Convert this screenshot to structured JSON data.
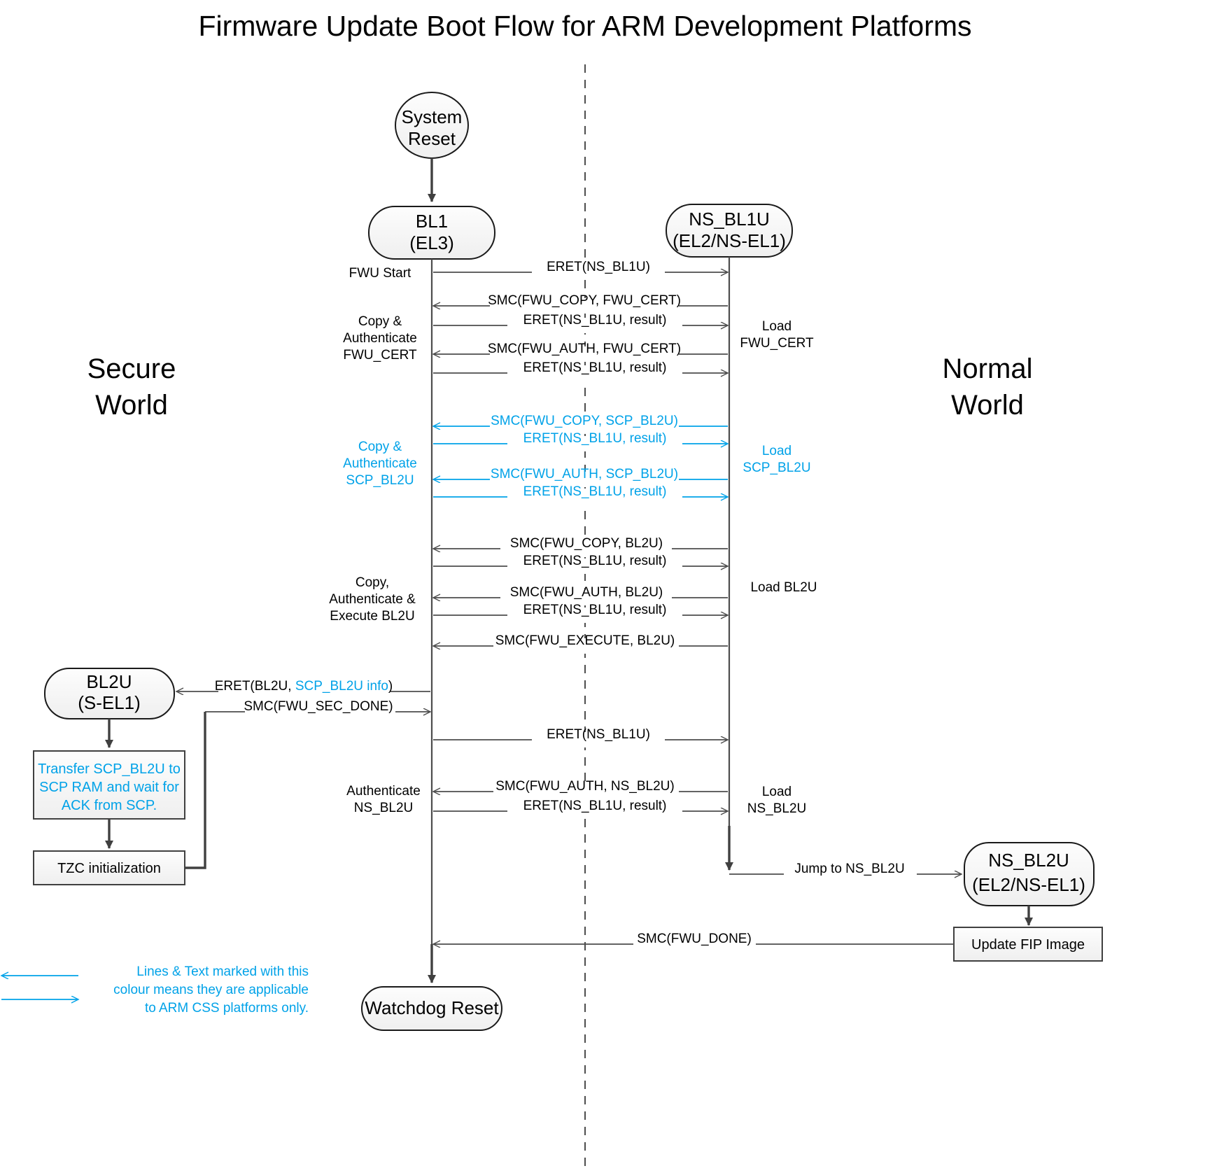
{
  "title": "Firmware Update Boot Flow for ARM Development Platforms",
  "colors": {
    "accent_cyan": "#00A2E8",
    "line": "#4d4d4d",
    "flow": "#404040",
    "text": "#000000"
  },
  "worlds": {
    "left": "Secure\nWorld",
    "left_l1": "Secure",
    "left_l2": "World",
    "right_l1": "Normal",
    "right_l2": "World"
  },
  "nodes": {
    "system_reset_l1": "System",
    "system_reset_l2": "Reset",
    "bl1_l1": "BL1",
    "bl1_l2": "(EL3)",
    "nsbl1u_l1": "NS_BL1U",
    "nsbl1u_l2": "(EL2/NS-EL1)",
    "bl2u_l1": "BL2U",
    "bl2u_l2": "(S-EL1)",
    "nsbl2u_l1": "NS_BL2U",
    "nsbl2u_l2": "(EL2/NS-EL1)",
    "watchdog_reset": "Watchdog Reset"
  },
  "boxes": {
    "transfer_l1": "Transfer SCP_BL2U to",
    "transfer_l2": "SCP RAM and wait for",
    "transfer_l3": "ACK from SCP.",
    "tzc_init": "TZC initialization",
    "update_fip": "Update FIP Image"
  },
  "messages": [
    {
      "id": "m1",
      "label": "ERET(NS_BL1U)",
      "dir": "right",
      "color": "black"
    },
    {
      "id": "m2",
      "label": "SMC(FWU_COPY, FWU_CERT)",
      "dir": "left",
      "color": "black"
    },
    {
      "id": "m3",
      "label": "ERET(NS_BL1U, result)",
      "dir": "right",
      "color": "black"
    },
    {
      "id": "m4",
      "label": "SMC(FWU_AUTH, FWU_CERT)",
      "dir": "left",
      "color": "black"
    },
    {
      "id": "m5",
      "label": "ERET(NS_BL1U, result)",
      "dir": "right",
      "color": "black"
    },
    {
      "id": "m6",
      "label": "SMC(FWU_COPY, SCP_BL2U)",
      "dir": "left",
      "color": "cyan"
    },
    {
      "id": "m7",
      "label": "ERET(NS_BL1U, result)",
      "dir": "right",
      "color": "cyan"
    },
    {
      "id": "m8",
      "label": "SMC(FWU_AUTH, SCP_BL2U)",
      "dir": "left",
      "color": "cyan"
    },
    {
      "id": "m9",
      "label": "ERET(NS_BL1U, result)",
      "dir": "right",
      "color": "cyan"
    },
    {
      "id": "m10",
      "label": "SMC(FWU_COPY, BL2U)",
      "dir": "left",
      "color": "black"
    },
    {
      "id": "m11",
      "label": "ERET(NS_BL1U, result)",
      "dir": "right",
      "color": "black"
    },
    {
      "id": "m12",
      "label": "SMC(FWU_AUTH, BL2U)",
      "dir": "left",
      "color": "black"
    },
    {
      "id": "m13",
      "label": "ERET(NS_BL1U, result)",
      "dir": "right",
      "color": "black"
    },
    {
      "id": "m14",
      "label": "SMC(FWU_EXECUTE, BL2U)",
      "dir": "left",
      "color": "black"
    },
    {
      "id": "m15",
      "label": "ERET(BL2U, ",
      "label2": "SCP_BL2U info",
      "label3": ")",
      "dir": "left",
      "color": "mixed"
    },
    {
      "id": "m16",
      "label": "SMC(FWU_SEC_DONE)",
      "dir": "right",
      "color": "black"
    },
    {
      "id": "m17",
      "label": "ERET(NS_BL1U)",
      "dir": "right",
      "color": "black"
    },
    {
      "id": "m18",
      "label": "SMC(FWU_AUTH, NS_BL2U)",
      "dir": "left",
      "color": "black"
    },
    {
      "id": "m19",
      "label": "ERET(NS_BL1U, result)",
      "dir": "right",
      "color": "black"
    },
    {
      "id": "m20",
      "label": "Jump to NS_BL2U",
      "dir": "right",
      "color": "black"
    },
    {
      "id": "m21",
      "label": "SMC(FWU_DONE)",
      "dir": "left",
      "color": "black"
    }
  ],
  "left_annotations": [
    {
      "id": "a1",
      "lines": [
        "FWU Start"
      ],
      "color": "black"
    },
    {
      "id": "a2",
      "lines": [
        "Copy &",
        "Authenticate",
        "FWU_CERT"
      ],
      "color": "black"
    },
    {
      "id": "a3",
      "lines": [
        "Copy &",
        "Authenticate",
        "SCP_BL2U"
      ],
      "color": "cyan"
    },
    {
      "id": "a4",
      "lines": [
        "Copy,",
        "Authenticate &",
        "Execute BL2U"
      ],
      "color": "black"
    },
    {
      "id": "a5",
      "lines": [
        "Authenticate",
        "NS_BL2U"
      ],
      "color": "black"
    }
  ],
  "right_annotations": [
    {
      "id": "r1",
      "lines": [
        "Load",
        "FWU_CERT"
      ],
      "color": "black"
    },
    {
      "id": "r2",
      "lines": [
        "Load",
        "SCP_BL2U"
      ],
      "color": "cyan"
    },
    {
      "id": "r3",
      "lines": [
        "Load BL2U"
      ],
      "color": "black"
    },
    {
      "id": "r4",
      "lines": [
        "Load",
        "NS_BL2U"
      ],
      "color": "black"
    }
  ],
  "legend": {
    "line1": "Lines & Text marked with this",
    "line2": "colour means they are applicable",
    "line3": "to ARM CSS platforms only."
  }
}
